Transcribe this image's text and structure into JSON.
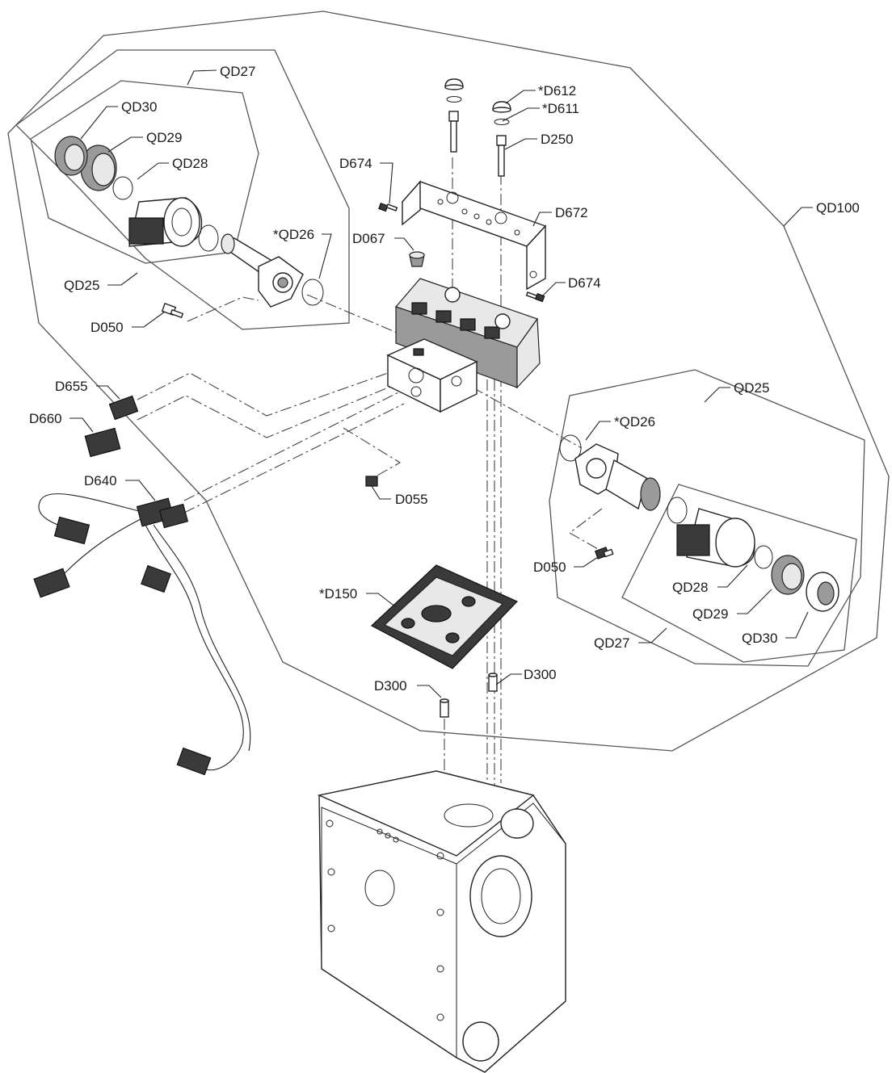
{
  "labels": {
    "qd27_top": "QD27",
    "qd30_top": "QD30",
    "qd29_top": "QD29",
    "qd28_top": "QD28",
    "qd26_top": "*QD26",
    "qd25_top": "QD25",
    "d050_top": "D050",
    "d674_top": "D674",
    "d612": "*D612",
    "d611": "*D611",
    "d250": "D250",
    "d672": "D672",
    "d067": "D067",
    "d674_right": "D674",
    "qd100": "QD100",
    "d655": "D655",
    "d660": "D660",
    "d640": "D640",
    "d055": "D055",
    "qd25_right": "QD25",
    "qd26_right": "*QD26",
    "d050_right": "D050",
    "d150": "*D150",
    "qd28_right": "QD28",
    "qd29_right": "QD29",
    "qd30_right": "QD30",
    "qd27_right": "QD27",
    "d300_left": "D300",
    "d300_right": "D300"
  }
}
